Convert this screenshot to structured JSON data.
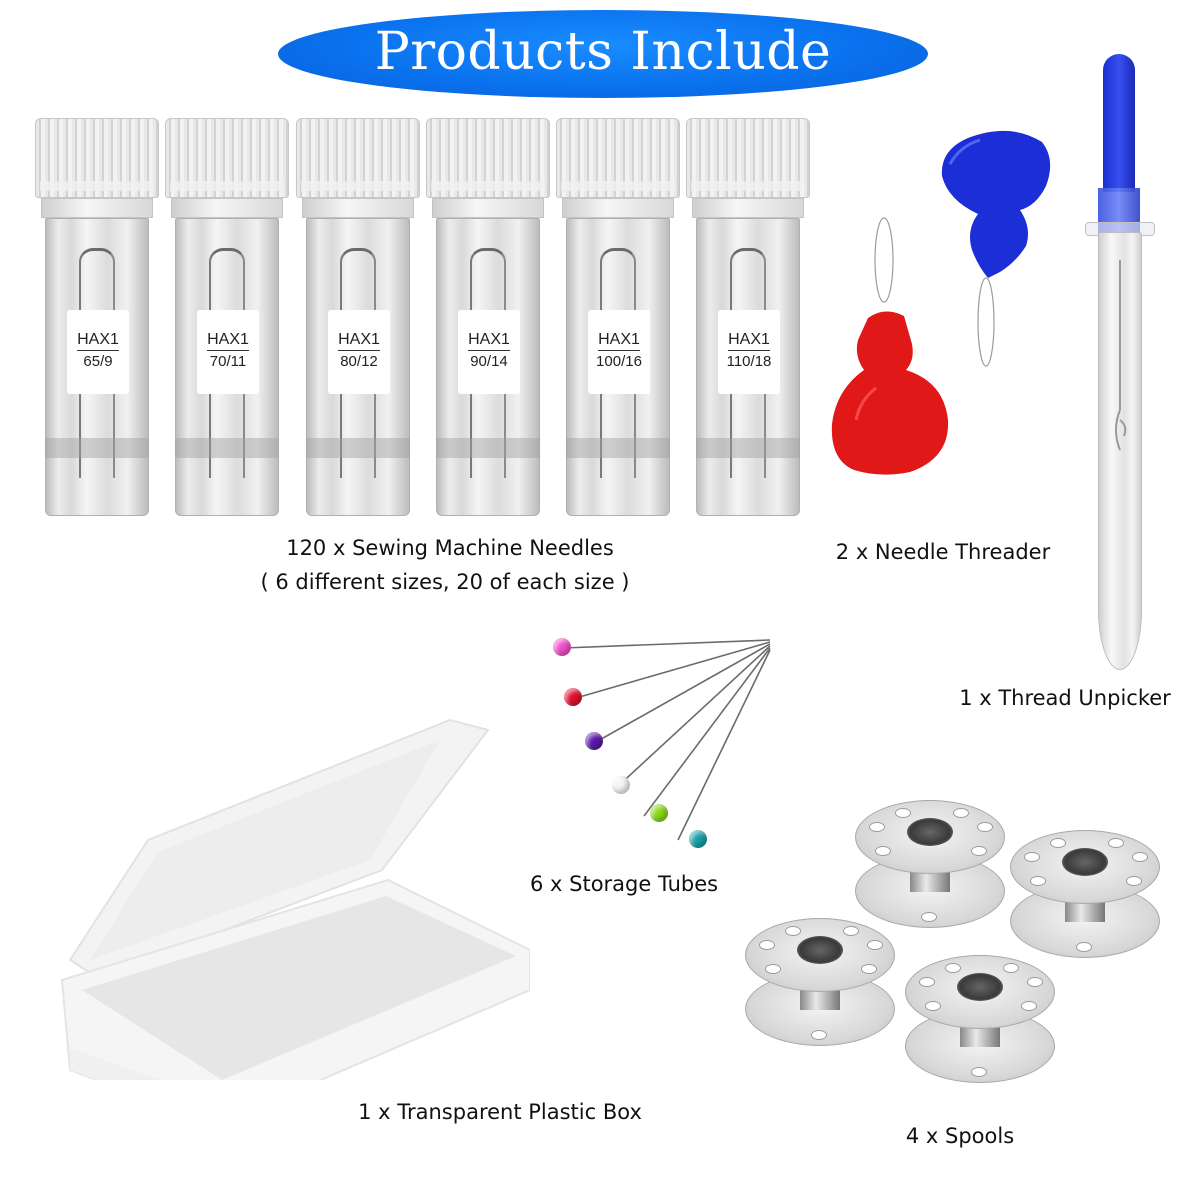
{
  "header": {
    "title": "Products Include",
    "banner_color": "#0a72ee"
  },
  "needle_tubes": [
    {
      "type": "HAX1",
      "size": "65/9"
    },
    {
      "type": "HAX1",
      "size": "70/11"
    },
    {
      "type": "HAX1",
      "size": "80/12"
    },
    {
      "type": "HAX1",
      "size": "90/14"
    },
    {
      "type": "HAX1",
      "size": "100/16"
    },
    {
      "type": "HAX1",
      "size": "110/18"
    }
  ],
  "captions": {
    "needles_line1": "120 x Sewing Machine Needles",
    "needles_line2": "( 6 different sizes, 20 of each size )",
    "threader": "2 x Needle Threader",
    "unpicker": "1 x Thread Unpicker",
    "pins": "6 x Storage Tubes",
    "box": "1 x Transparent Plastic Box",
    "spools": "4 x Spools"
  },
  "threaders": [
    {
      "color": "#e01818",
      "name": "red"
    },
    {
      "color": "#1c2fd6",
      "name": "blue"
    }
  ],
  "unpicker": {
    "handle_color": "#2236d8"
  },
  "pins": [
    {
      "color": "#f050c8"
    },
    {
      "color": "#e0102e"
    },
    {
      "color": "#5a18a8"
    },
    {
      "color": "#f4f4f4"
    },
    {
      "color": "#8ad81a"
    },
    {
      "color": "#16a0a8"
    }
  ]
}
